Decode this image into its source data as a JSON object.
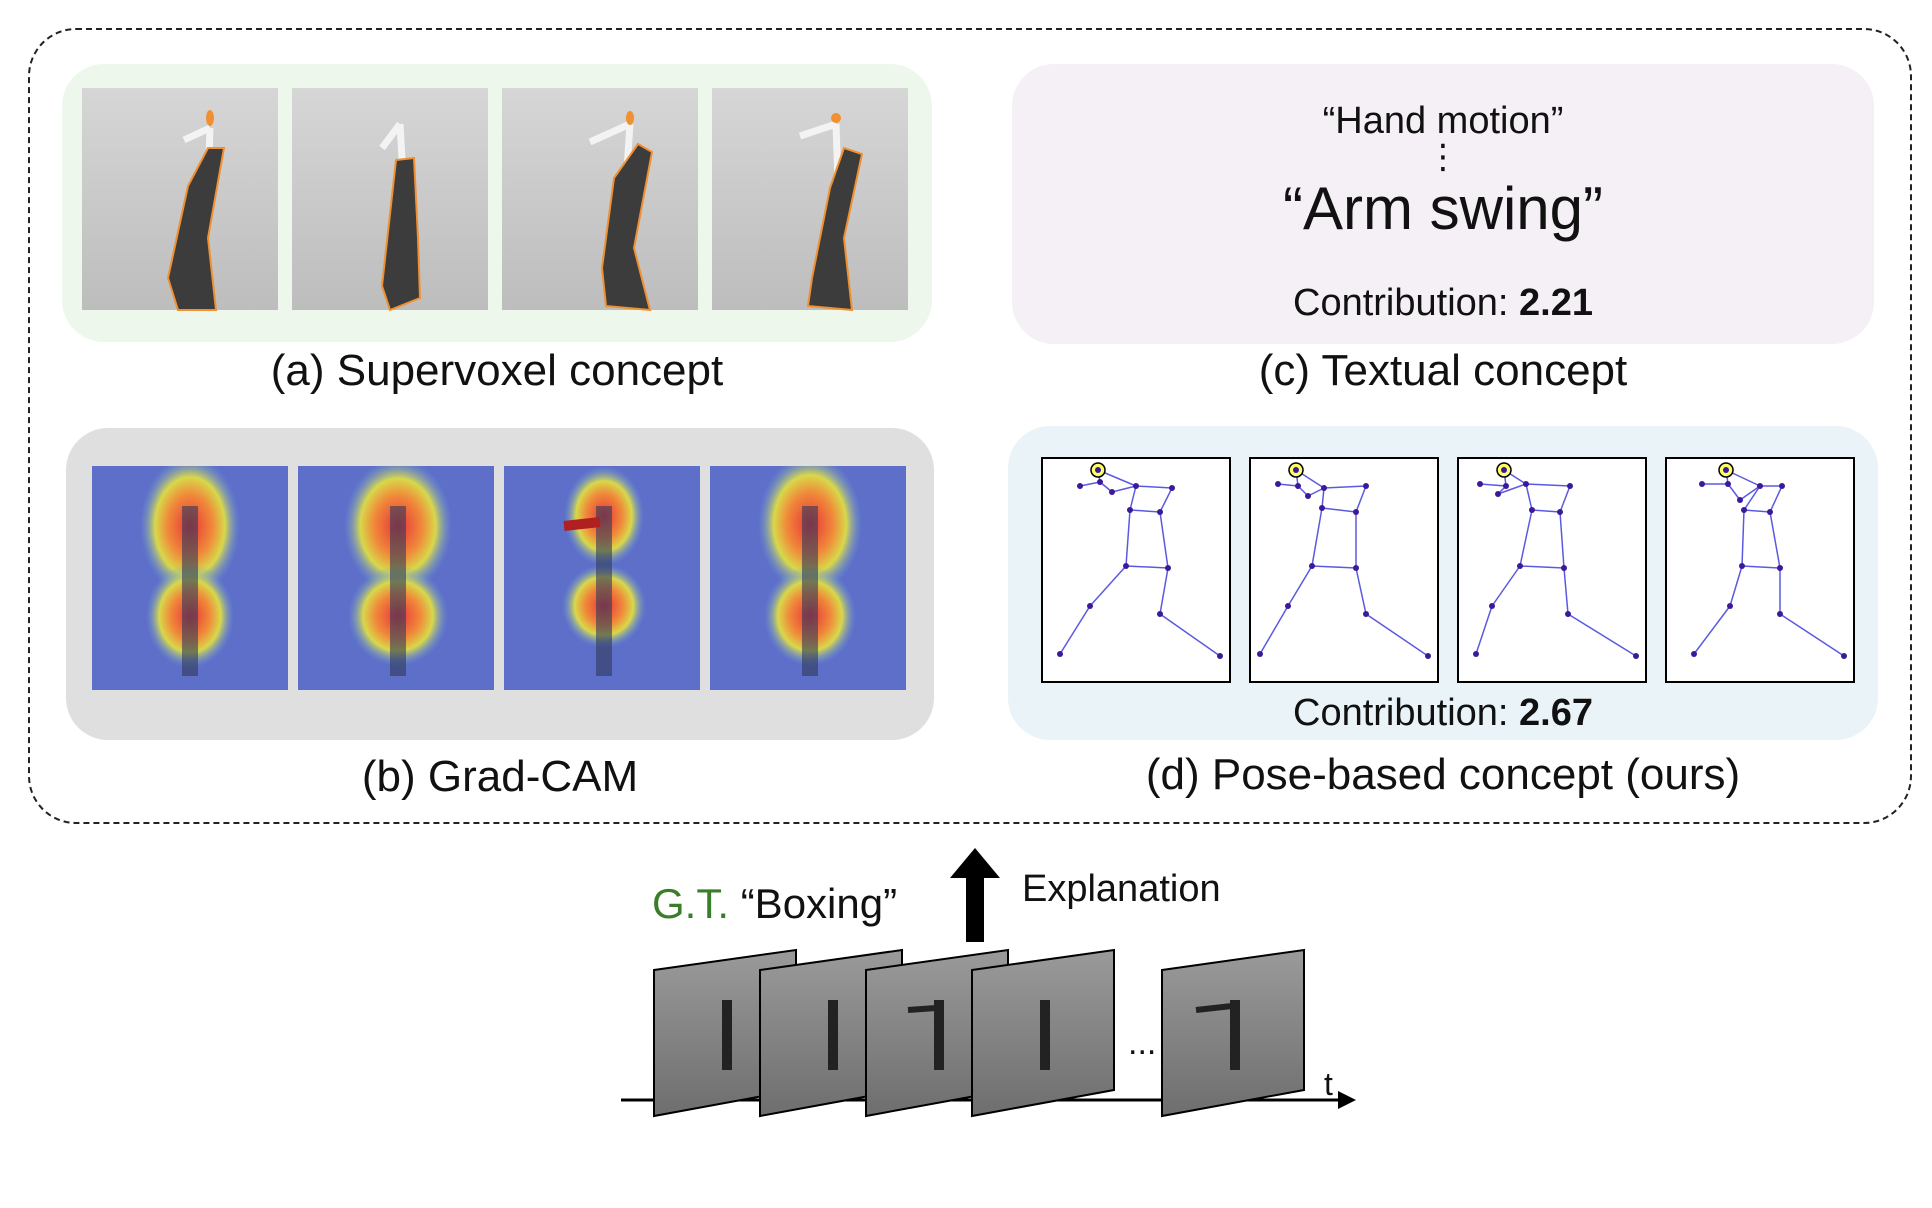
{
  "panels": {
    "a": {
      "caption": "(a) Supervoxel concept"
    },
    "b": {
      "caption": "(b) Grad-CAM"
    },
    "c": {
      "caption": "(c) Textual concept",
      "concept_top": "“Hand motion”",
      "ellipsis": "⋮",
      "concept_main": "“Arm swing”",
      "contribution_label": "Contribution: ",
      "contribution_value": "2.21"
    },
    "d": {
      "caption": "(d) Pose-based concept (ours)",
      "contribution_label": "Contribution: ",
      "contribution_value": "2.67"
    }
  },
  "bottom": {
    "gt_prefix": "G.T.",
    "gt_label": "“Boxing”",
    "explanation": "Explanation",
    "ellipsis": "...",
    "time_axis": "t"
  },
  "colors": {
    "supervoxel_bg": "#edf7ec",
    "gradcam_bg": "#dfdfdf",
    "textual_bg": "#f5eff6",
    "pose_bg": "#eaf3f8",
    "gt_green": "#3a7d2a",
    "skeleton": "#5a5ae0",
    "highlight": "#ffff66"
  }
}
